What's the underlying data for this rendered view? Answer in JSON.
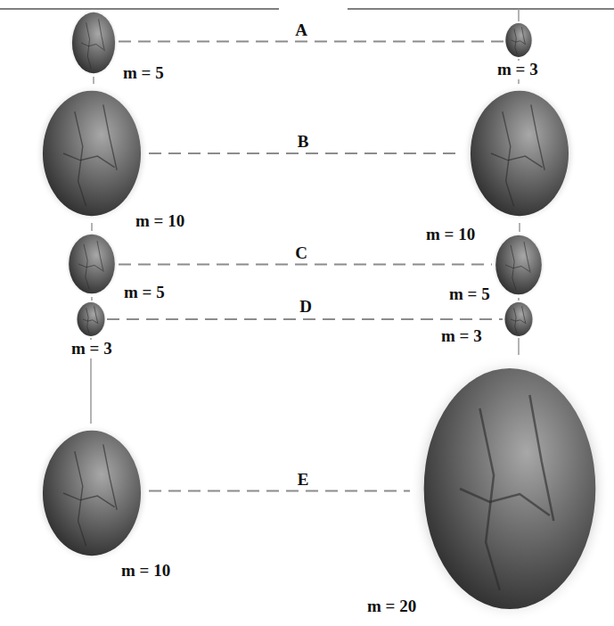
{
  "diagram": {
    "nodes": [
      {
        "text": [
          "m = 5"
        ]
      },
      {
        "text": [
          "m = 3"
        ]
      },
      {
        "text": [
          "m = 10"
        ]
      },
      {
        "text": [
          "m = 10"
        ]
      },
      {
        "text": [
          "m = 5"
        ]
      },
      {
        "text": [
          "m = 5"
        ]
      },
      {
        "text": [
          "m = 3"
        ]
      },
      {
        "text": [
          "m = 3"
        ]
      },
      {
        "text": [
          "m = 10"
        ]
      },
      {
        "text": [
          "m = 20"
        ]
      }
    ],
    "edges": [
      {
        "from": 0,
        "to": 1,
        "label": "A",
        "arrow": "none"
      },
      {
        "from": 2,
        "to": 3,
        "label": "B",
        "arrow": "none"
      },
      {
        "from": 4,
        "to": 5,
        "label": "C",
        "arrow": "none"
      },
      {
        "from": 6,
        "to": 7,
        "label": "D",
        "arrow": "none"
      },
      {
        "from": 8,
        "to": 9,
        "label": "E",
        "arrow": "none"
      },
      {
        "from": 0,
        "to": 2,
        "arrow": "none"
      },
      {
        "from": 2,
        "to": 4,
        "arrow": "none"
      },
      {
        "from": 4,
        "to": 6,
        "arrow": "none"
      },
      {
        "from": 6,
        "to": 8,
        "arrow": "none"
      },
      {
        "from": 1,
        "to": 3,
        "arrow": "none"
      },
      {
        "from": 3,
        "to": 5,
        "arrow": "none"
      },
      {
        "from": 5,
        "to": 7,
        "arrow": "none"
      },
      {
        "from": 7,
        "to": 9,
        "arrow": "none"
      }
    ]
  }
}
